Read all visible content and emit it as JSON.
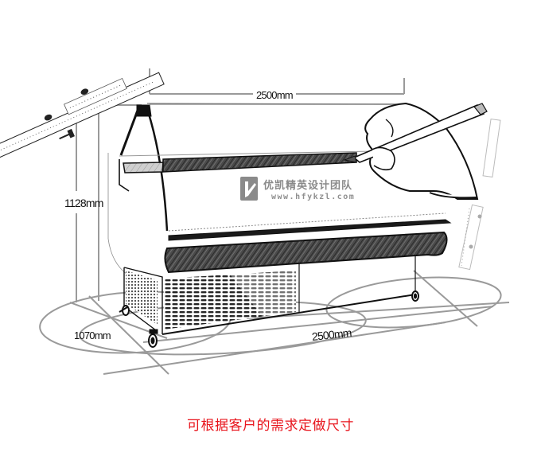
{
  "figure": {
    "subject": "refrigerated display cabinet line drawing with dimension annotations",
    "dimensions": {
      "top_width": "2500mm",
      "height": "1128mm",
      "depth": "1070mm",
      "bottom_width": "2500mm"
    },
    "watermark": {
      "company_cn": "优凯精英设计团队",
      "url": "www.hfykzl.com"
    },
    "caption": "可根据客户的需求定做尺寸",
    "colors": {
      "caption": "#e8141c",
      "line": "#111111",
      "dimension_line": "#9a9a9a",
      "watermark": "#8a8a8a",
      "background": "#ffffff"
    },
    "decorations": {
      "left_tool": "ruler-with-caliper",
      "right_tool": "hand-holding-pencil",
      "right_ruler": "vertical-scale-ruler"
    }
  }
}
